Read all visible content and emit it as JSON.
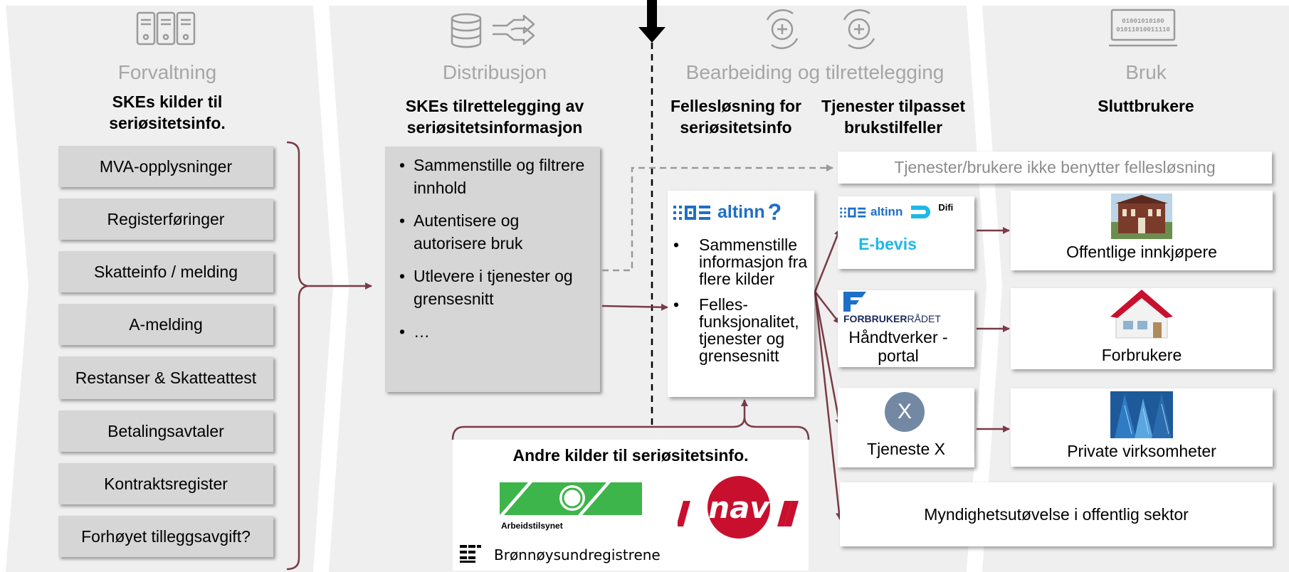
{
  "columns": {
    "forvaltning": {
      "title": "Forvaltning",
      "subtitle": "SKEs kilder til seriøsitetsinfo."
    },
    "distribusjon": {
      "title": "Distribusjon",
      "subtitle": "SKEs tilrettelegging av seriøsitetsinformasjon"
    },
    "bearbeiding": {
      "title": "Bearbeiding og tilrettelegging",
      "subtitle_left": "Fellesløsning for seriøsitetsinfo",
      "subtitle_right": "Tjenester tilpasset brukstilfeller"
    },
    "bruk": {
      "title": "Bruk",
      "subtitle": "Sluttbrukere"
    }
  },
  "sources": [
    "MVA-opplysninger",
    "Registerføringer",
    "Skatteinfo / melding",
    "A-melding",
    "Restanser & Skatteattest",
    "Betalingsavtaler",
    "Kontraktsregister",
    "Forhøyet tilleggsavgift?"
  ],
  "distribution_bullets": [
    "Sammenstille og filtrere innhold",
    "Autentisere og autorisere bruk",
    "Utlevere i tjenester og grensesnitt",
    "…"
  ],
  "altinn_box": {
    "logo_text": "altinn",
    "question_mark": "?",
    "bullets": [
      "Sammenstille informasjon fra flere kilder",
      "Felles-funksjonalitet, tjenester og grensesnitt"
    ]
  },
  "bypass_label": "Tjenester/brukere ikke benytter fellesløsning",
  "services": {
    "ebevis": {
      "altinn": "altinn",
      "difi": "Difi",
      "label": "E-bevis"
    },
    "forbruker": {
      "logo": "FORBRUKERRÅDET",
      "logo_bold": "FORBRUKER",
      "logo_light": "RÅDET",
      "label": "Håndtverker -portal"
    },
    "tjeneste_x": {
      "badge": "X",
      "label": "Tjeneste X"
    },
    "myndighet": {
      "label": "Myndighetsutøvelse i offentlig sektor"
    }
  },
  "end_users": [
    "Offentlige innkjøpere",
    "Forbrukere",
    "Private virksomheter"
  ],
  "other_sources": {
    "title": "Andre kilder til seriøsitetsinfo.",
    "arbeidstilsynet": "Arbeidstilsynet",
    "nav": "nav",
    "bronnoysund": "Brønnøysundregistrene"
  },
  "colors": {
    "panel": "#efefef",
    "box_grey": "#d6d6d6",
    "arrow": "#7a3b46",
    "title_grey": "#a6a6a6",
    "altinn_blue": "#1e6fc8",
    "ebevis_blue": "#1eb8e8",
    "nav_red": "#c8102e",
    "arbeidstilsynet_green": "#3db54a"
  },
  "icons": [
    "server-icon",
    "database-icon",
    "distribution-arrows-icon",
    "process-icon",
    "binary-screen-icon"
  ]
}
